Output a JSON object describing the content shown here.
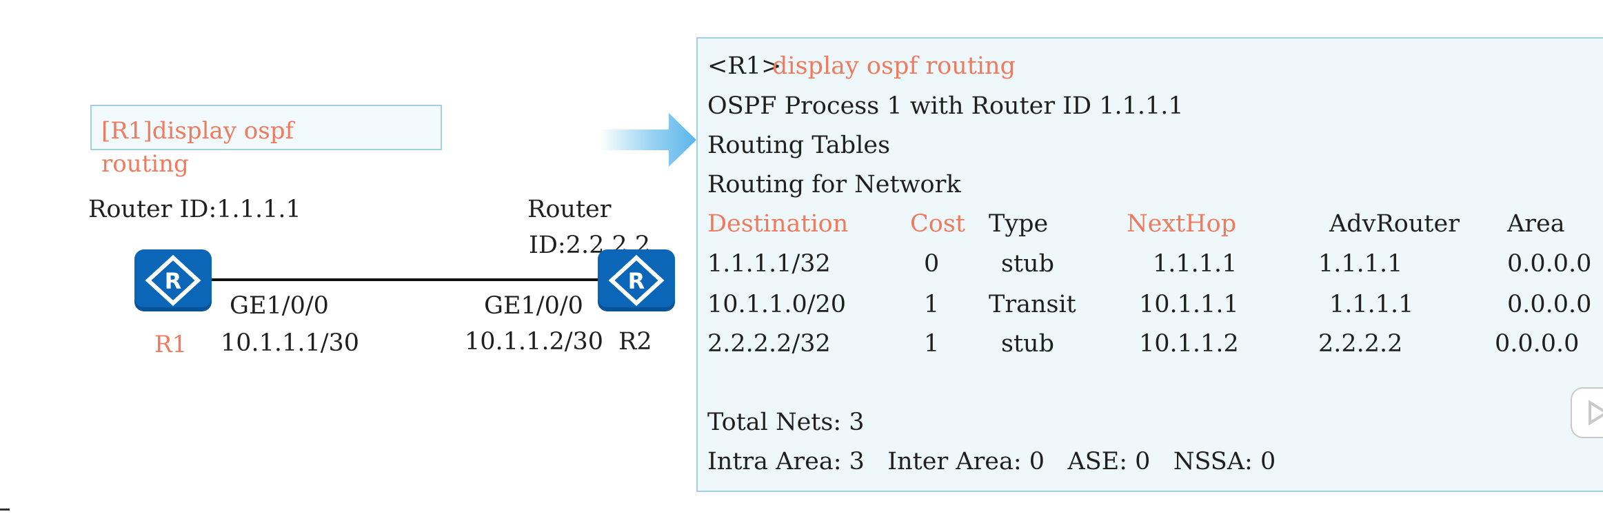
{
  "left": {
    "command_line1": "[R1]display ospf",
    "command_line2": "routing",
    "r1_router_id": "Router ID:1.1.1.1",
    "r2_router_id_line1": "Router",
    "r2_router_id_line2": "ID:2.2.2.2",
    "r1_if": "GE1/0/0",
    "r2_if": "GE1/0/0",
    "r1_name": "R1",
    "r1_ip": "10.1.1.1/30",
    "r2_ip": "10.1.1.2/30",
    "r2_name": "R2"
  },
  "terminal": {
    "prompt": "<R1>",
    "command": "display ospf routing",
    "line_process": "OSPF Process 1 with Router ID 1.1.1.1",
    "line_tables": "Routing Tables",
    "line_network": "Routing for Network",
    "headers": {
      "destination": "Destination",
      "cost": "Cost",
      "type": "Type",
      "nexthop": "NextHop",
      "advrouter": "AdvRouter",
      "area": "Area"
    },
    "rows": [
      {
        "destination": "1.1.1.1/32",
        "cost": "0",
        "type": "stub",
        "nexthop": "1.1.1.1",
        "advrouter": "1.1.1.1",
        "area": "0.0.0.0"
      },
      {
        "destination": "10.1.1.0/20",
        "cost": "1",
        "type": "Transit",
        "nexthop": "10.1.1.1",
        "advrouter": "1.1.1.1",
        "area": "0.0.0.0"
      },
      {
        "destination": "2.2.2.2/32",
        "cost": "1",
        "type": "stub",
        "nexthop": "10.1.1.2",
        "advrouter": "2.2.2.2",
        "area": "0.0.0.0"
      }
    ],
    "total_nets": "Total Nets: 3",
    "summary": "Intra Area: 3   Inter Area: 0   ASE: 0   NSSA: 0"
  },
  "colors": {
    "accent_red": "#f07a5e",
    "router_blue": "#0c66b8",
    "panel_bg": "#eef8fb",
    "panel_border": "#9fd0e8"
  }
}
